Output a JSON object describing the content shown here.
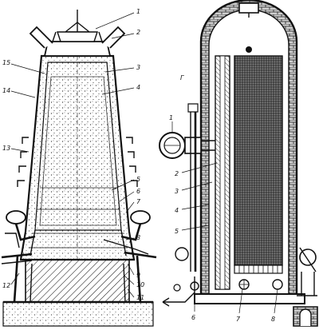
{
  "left_figure": {
    "labels": [
      "1",
      "2",
      "3",
      "4",
      "5",
      "6",
      "7",
      "8",
      "9",
      "10",
      "11",
      "12",
      "13",
      "14",
      "15"
    ]
  },
  "right_figure": {
    "labels": [
      "1",
      "2",
      "3",
      "4",
      "5",
      "6",
      "7",
      "8"
    ],
    "stray_mark": "Г"
  }
}
